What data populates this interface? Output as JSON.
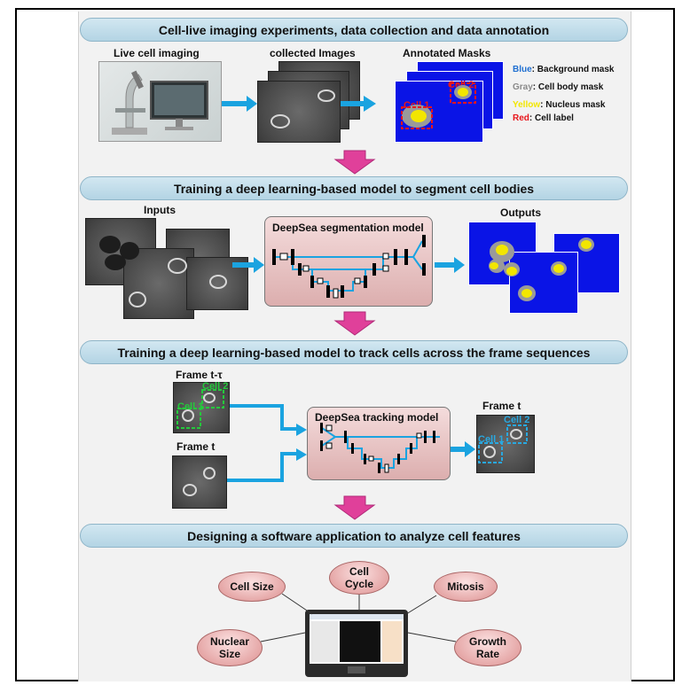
{
  "banners": {
    "step1": "Cell-live imaging experiments, data collection and data annotation",
    "step2": "Training a deep learning-based model to segment cell bodies",
    "step3": "Training a deep learning-based model to track cells across the frame sequences",
    "step4": "Designing a software application to analyze cell features"
  },
  "step1": {
    "live_imaging": "Live cell imaging",
    "collected": "collected Images",
    "annotated": "Annotated Masks",
    "cell1": "Cell 1",
    "cell2": "Cell 2",
    "legend": [
      {
        "key": "Blue",
        "text": ": Background mask",
        "color": "#1f6fd1"
      },
      {
        "key": "Gray",
        "text": ": Cell body mask",
        "color": "#8a8a8a"
      },
      {
        "key": "Yellow",
        "text": ": Nucleus mask",
        "color": "#f2e600"
      },
      {
        "key": "Red",
        "text": ": Cell label",
        "color": "#e8151b"
      }
    ]
  },
  "step2": {
    "inputs": "Inputs",
    "model": "DeepSea segmentation model",
    "outputs": "Outputs"
  },
  "step3": {
    "frame_prev": "Frame t-τ",
    "frame_t": "Frame t",
    "frame_out": "Frame t",
    "cell1": "Cell 1",
    "cell2": "Cell 2",
    "model": "DeepSea tracking model"
  },
  "step4": {
    "features": {
      "cell_size": "Cell Size",
      "cell_cycle_1": "Cell",
      "cell_cycle_2": "Cycle",
      "mitosis": "Mitosis",
      "nuclear_1": "Nuclear",
      "nuclear_2": "Size",
      "growth_1": "Growth",
      "growth_2": "Rate"
    }
  },
  "colors": {
    "arrow_blue": "#1aa3e0",
    "arrow_pink": "#e0409a",
    "mask_blue": "#0a14e6",
    "cell_green": "#25c93c",
    "cell_label_blue": "#29a8e0",
    "cell_label_red": "#e8151b"
  }
}
